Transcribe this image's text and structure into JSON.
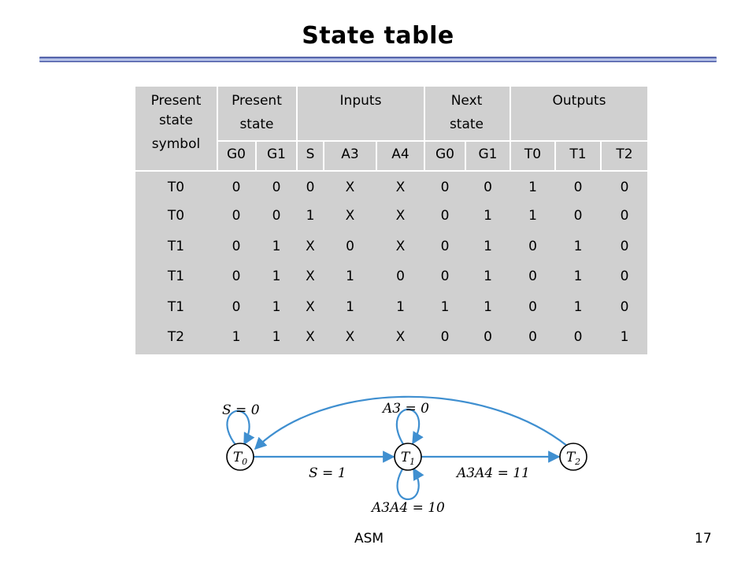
{
  "title": "State table",
  "footer": {
    "left": "ASM",
    "page": "17"
  },
  "table": {
    "group_headers": {
      "symbol": [
        "Present",
        "state",
        "symbol"
      ],
      "present_state": [
        "Present",
        "state"
      ],
      "inputs": "Inputs",
      "next_state": [
        "Next",
        "state"
      ],
      "outputs": "Outputs"
    },
    "columns": [
      "G0",
      "G1",
      "S",
      "A3",
      "A4",
      "G0",
      "G1",
      "T0",
      "T1",
      "T2"
    ],
    "rows": [
      {
        "symbol": "T0",
        "values": [
          "0",
          "0",
          "0",
          "X",
          "X",
          "0",
          "0",
          "1",
          "0",
          "0"
        ]
      },
      {
        "symbol": "T0",
        "values": [
          "0",
          "0",
          "1",
          "X",
          "X",
          "0",
          "1",
          "1",
          "0",
          "0"
        ]
      },
      {
        "symbol": "T1",
        "values": [
          "0",
          "1",
          "X",
          "0",
          "X",
          "0",
          "1",
          "0",
          "1",
          "0"
        ]
      },
      {
        "symbol": "T1",
        "values": [
          "0",
          "1",
          "X",
          "1",
          "0",
          "0",
          "1",
          "0",
          "1",
          "0"
        ]
      },
      {
        "symbol": "T1",
        "values": [
          "0",
          "1",
          "X",
          "1",
          "1",
          "1",
          "1",
          "0",
          "1",
          "0"
        ]
      },
      {
        "symbol": "T2",
        "values": [
          "1",
          "1",
          "X",
          "X",
          "X",
          "0",
          "0",
          "0",
          "0",
          "1"
        ]
      }
    ]
  },
  "diagram": {
    "states": [
      "T0",
      "T1",
      "T2"
    ],
    "labels": {
      "s0": "S = 0",
      "s1": "S = 1",
      "a3_0": "A3 = 0",
      "a3a4_10": "A3A4 = 10",
      "a3a4_11": "A3A4 = 11"
    },
    "edge_color": "#3f8fd0"
  }
}
